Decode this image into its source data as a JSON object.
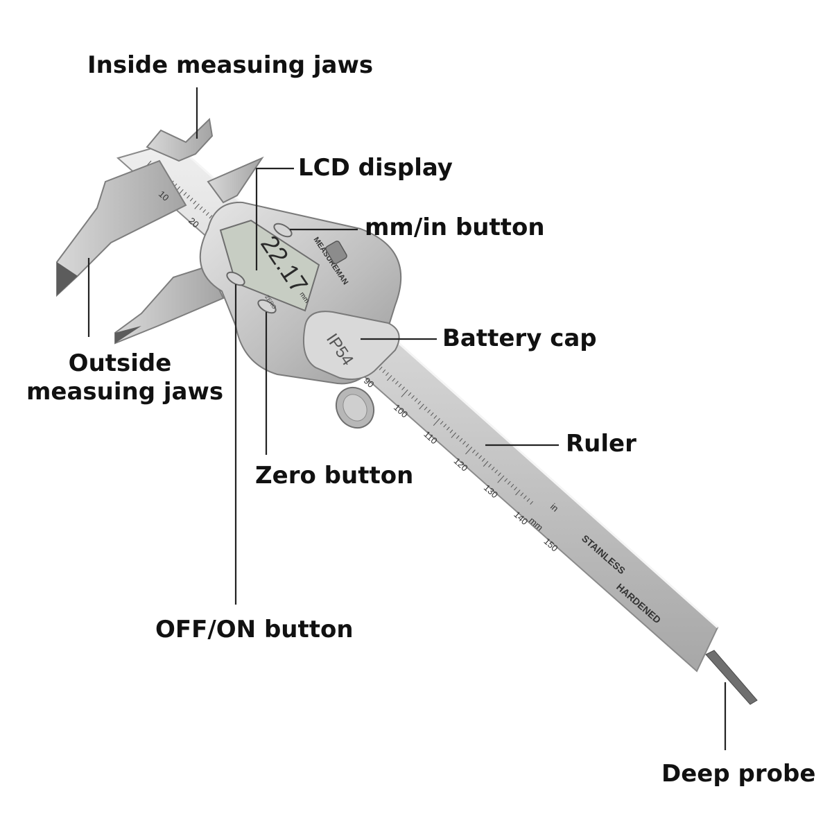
{
  "labels": {
    "inside_jaws": "Inside measuing jaws",
    "lcd_display": "LCD display",
    "mm_in_button": "mm/in button",
    "battery_cap": "Battery cap",
    "outside_jaws_line1": "Outside",
    "outside_jaws_line2": "measuing jaws",
    "ruler": "Ruler",
    "zero_button": "Zero button",
    "off_on_button": "OFF/ON button",
    "deep_probe": "Deep probe"
  },
  "device": {
    "brand": "MEASUREMAN",
    "lcd_reading": "22.17",
    "lcd_unit": "mm",
    "ip_rating": "IP54",
    "zero_marking": "ZERO",
    "engraving_line1": "STAINLESS",
    "engraving_line2": "HARDENED",
    "unit_in": "in",
    "unit_mm": "mm",
    "scale_numbers_top": [
      "10",
      "20"
    ],
    "scale_numbers_bottom": [
      "90",
      "100",
      "110",
      "120",
      "130",
      "140",
      "150"
    ]
  },
  "colors": {
    "label_text": "#111111",
    "leader_line": "#222222",
    "steel_light": "#dcdcdc",
    "steel_mid": "#b9b9b9",
    "steel_dark": "#8e8e8e",
    "lcd_bg": "#c9cfc6",
    "lcd_digits": "#2a2a2a"
  }
}
